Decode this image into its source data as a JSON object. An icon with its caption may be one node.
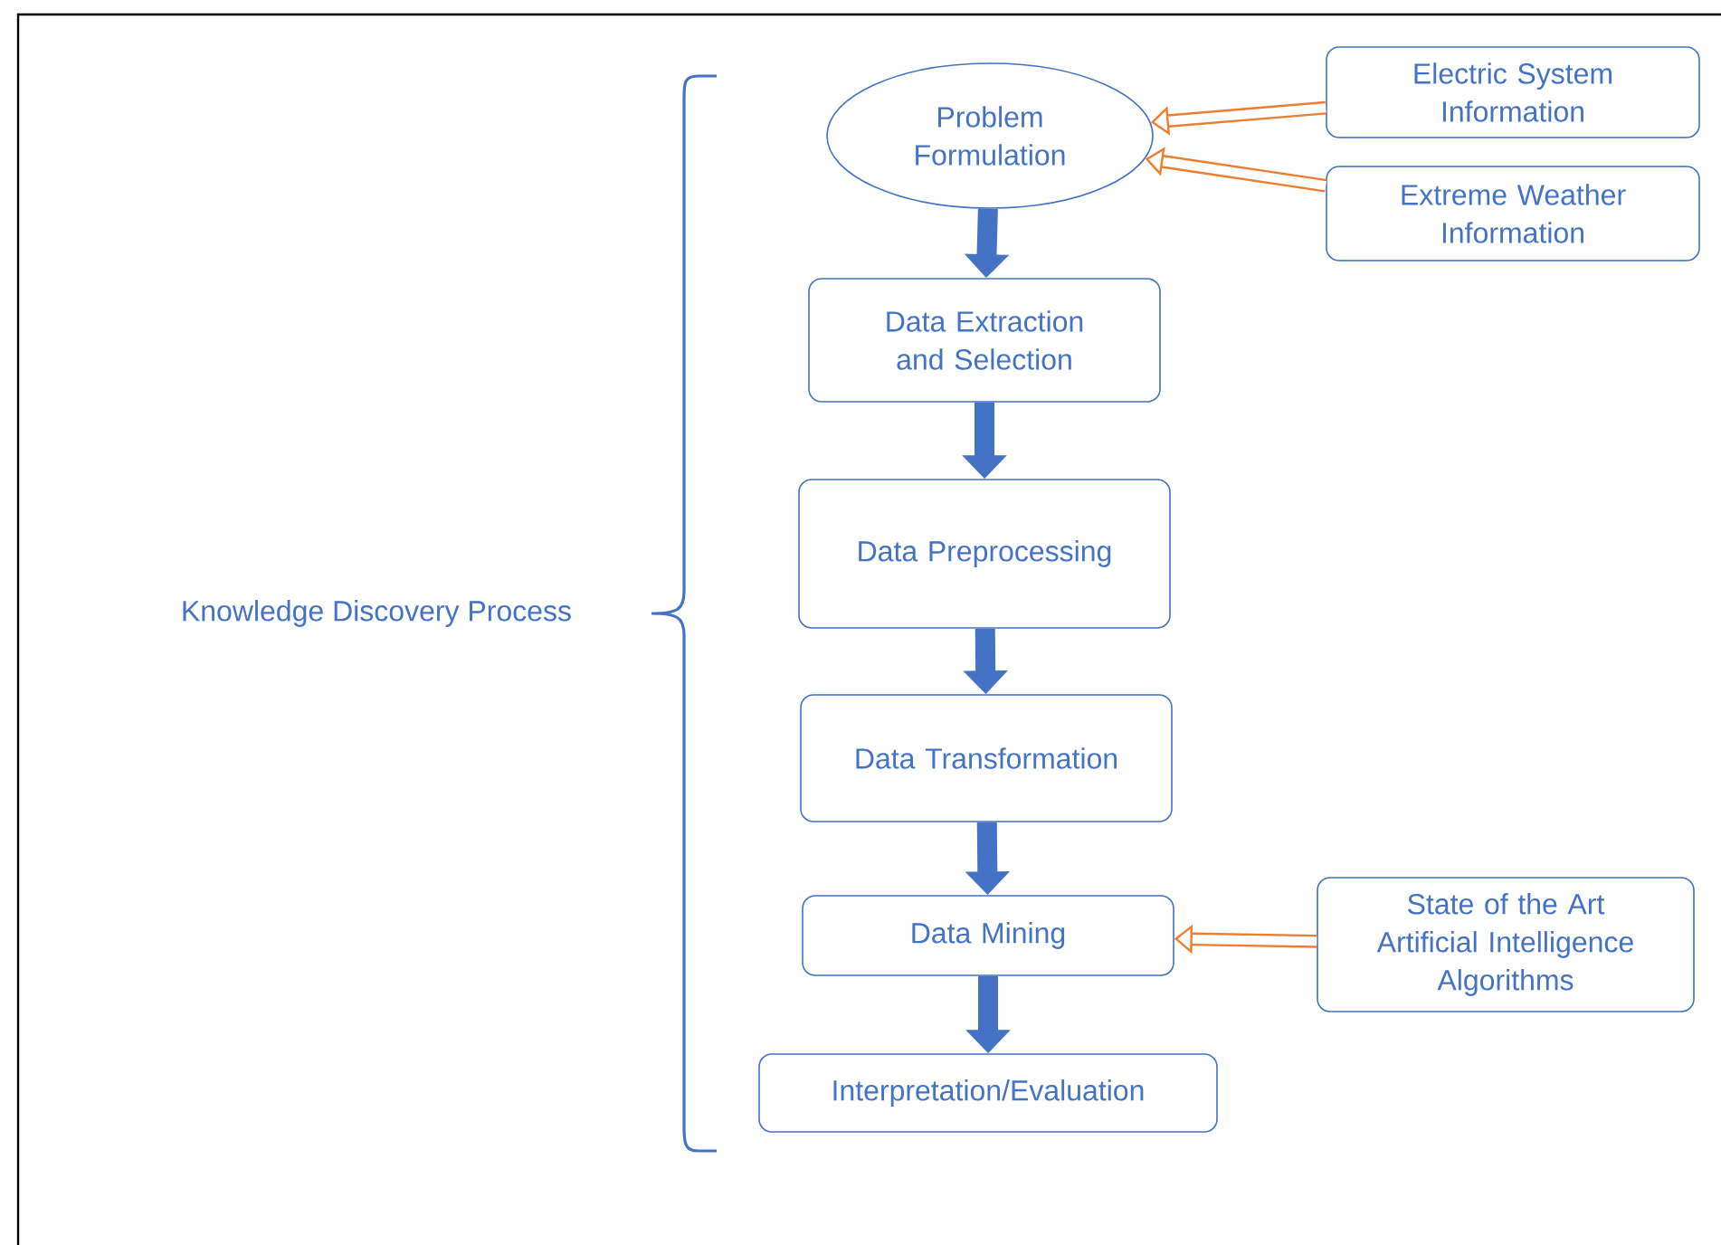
{
  "diagram": {
    "nodes": [
      {
        "text": [
          "Problem Formulation"
        ]
      },
      {
        "text": [
          "Data Extraction and Selection"
        ]
      },
      {
        "text": [
          "Data Preprocessing"
        ]
      },
      {
        "text": [
          "Data Transformation"
        ]
      },
      {
        "text": [
          "Data Mining"
        ]
      },
      {
        "text": [
          "Interpretation/Evaluation"
        ]
      },
      {
        "text": [
          "Electric System Information"
        ]
      },
      {
        "text": [
          "Extreme Weather Information"
        ]
      },
      {
        "text": [
          "State of the Art Artificial Intelligence Algorithms"
        ]
      }
    ],
    "edges": [
      {
        "from": 0,
        "to": 1,
        "arrow": "to"
      },
      {
        "from": 1,
        "to": 2,
        "arrow": "to"
      },
      {
        "from": 2,
        "to": 3,
        "arrow": "to"
      },
      {
        "from": 3,
        "to": 4,
        "arrow": "to"
      },
      {
        "from": 4,
        "to": 5,
        "arrow": "to"
      },
      {
        "from": 6,
        "to": 0,
        "arrow": "to",
        "color": "#ed7d31"
      },
      {
        "from": 7,
        "to": 0,
        "arrow": "to",
        "color": "#ed7d31"
      },
      {
        "from": 8,
        "to": 4,
        "arrow": "to",
        "color": "#ed7d31"
      }
    ],
    "labels": [
      "Knowledge Discovery Process"
    ]
  }
}
